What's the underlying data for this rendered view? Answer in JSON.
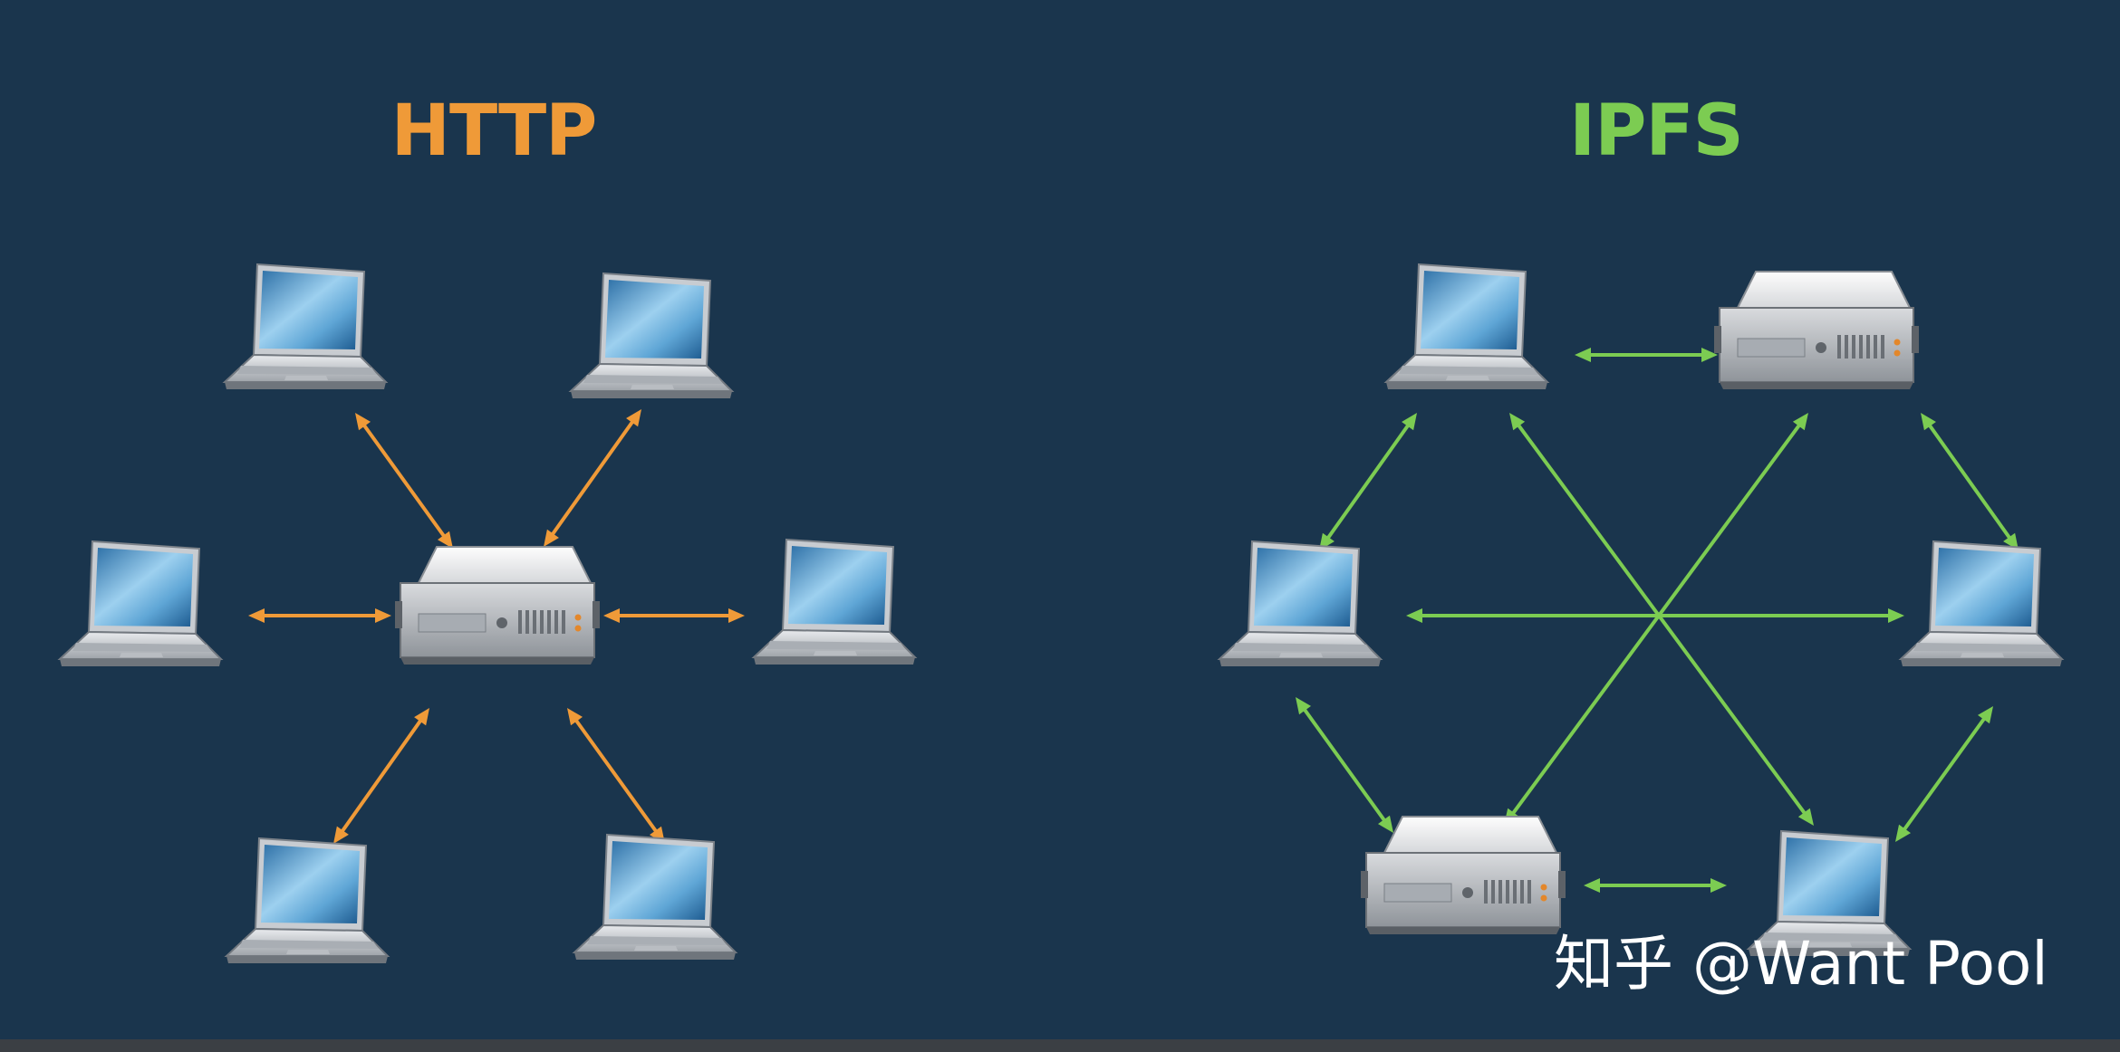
{
  "http": {
    "title": "HTTP",
    "color": "#ef9a38",
    "nodes": [
      {
        "id": "server",
        "type": "server"
      },
      {
        "id": "laptop-top-left",
        "type": "laptop"
      },
      {
        "id": "laptop-top-right",
        "type": "laptop"
      },
      {
        "id": "laptop-left",
        "type": "laptop"
      },
      {
        "id": "laptop-right",
        "type": "laptop"
      },
      {
        "id": "laptop-bottom-left",
        "type": "laptop"
      },
      {
        "id": "laptop-bottom-right",
        "type": "laptop"
      }
    ],
    "edges": [
      [
        "server",
        "laptop-top-left"
      ],
      [
        "server",
        "laptop-top-right"
      ],
      [
        "server",
        "laptop-left"
      ],
      [
        "server",
        "laptop-right"
      ],
      [
        "server",
        "laptop-bottom-left"
      ],
      [
        "server",
        "laptop-bottom-right"
      ]
    ]
  },
  "ipfs": {
    "title": "IPFS",
    "color": "#7ccc52",
    "nodes": [
      {
        "id": "laptop-top-left",
        "type": "laptop"
      },
      {
        "id": "server-top-right",
        "type": "server"
      },
      {
        "id": "laptop-left",
        "type": "laptop"
      },
      {
        "id": "laptop-right",
        "type": "laptop"
      },
      {
        "id": "server-bottom-left",
        "type": "server"
      },
      {
        "id": "laptop-bottom-right",
        "type": "laptop"
      }
    ],
    "edges": [
      [
        "laptop-top-left",
        "server-top-right"
      ],
      [
        "laptop-top-left",
        "laptop-left"
      ],
      [
        "laptop-top-left",
        "laptop-bottom-right"
      ],
      [
        "server-top-right",
        "laptop-right"
      ],
      [
        "server-top-right",
        "server-bottom-left"
      ],
      [
        "laptop-left",
        "laptop-right"
      ],
      [
        "laptop-left",
        "server-bottom-left"
      ],
      [
        "laptop-right",
        "laptop-bottom-right"
      ],
      [
        "server-bottom-left",
        "laptop-bottom-right"
      ]
    ]
  },
  "watermark": {
    "text": "知乎 @Want Pool"
  },
  "colors": {
    "background": "#1a354d",
    "strip": "#3b3f44"
  }
}
